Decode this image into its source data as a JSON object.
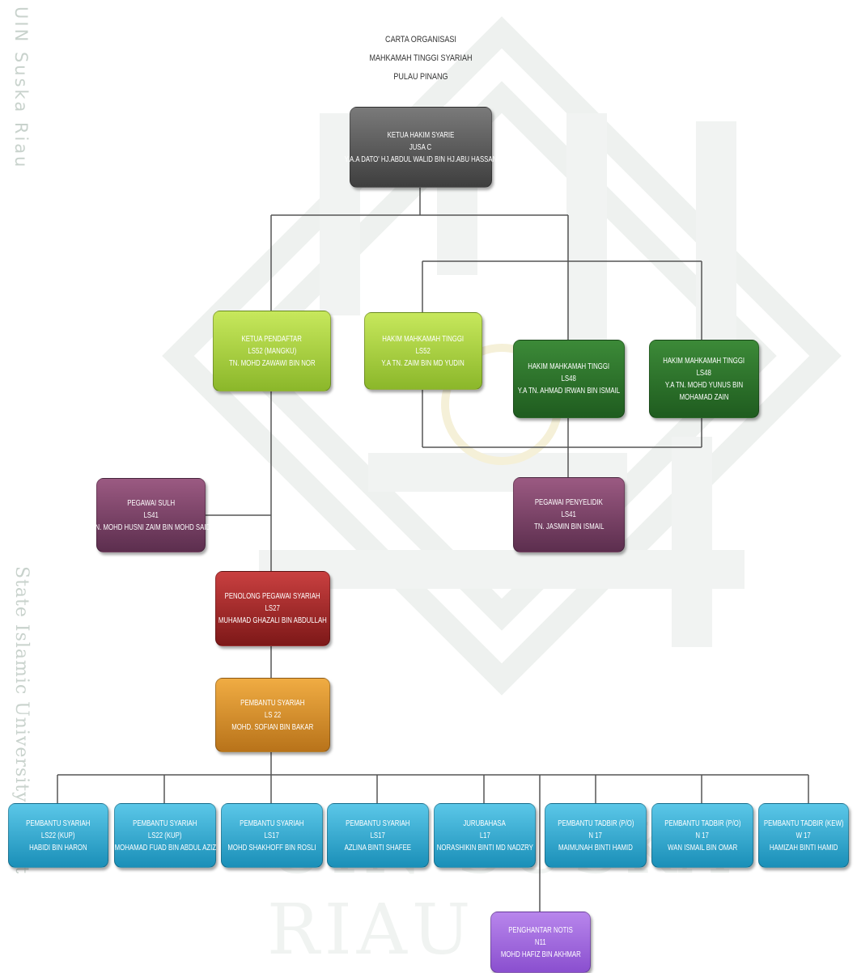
{
  "watermark": {
    "side_top": "UIN Suska Riau",
    "side_bottom": "State Islamic University of Sult",
    "bottom_text": "UIN SUSKA RIAU"
  },
  "title": {
    "line1": "CARTA ORGANISASI",
    "line2": "MAHKAMAH TINGGI SYARIAH",
    "line3": "PULAU PINANG"
  },
  "nodes": {
    "ketua_hakim": [
      "KETUA HAKIM SYARIE",
      "JUSA C",
      "Y.A.A DATO' HJ.ABDUL WALID BIN HJ.ABU HASSAN"
    ],
    "ketua_pendaftar": [
      "KETUA PENDAFTAR",
      "LS52 (MANGKU)",
      "TN. MOHD ZAWAWI BIN NOR"
    ],
    "hakim_1": [
      "HAKIM MAHKAMAH TINGGI",
      "LS52",
      "Y.A TN. ZAIM BIN MD YUDIN"
    ],
    "hakim_2": [
      "HAKIM MAHKAMAH TINGGI",
      "LS48",
      "Y.A TN. AHMAD IRWAN BIN ISMAIL"
    ],
    "hakim_3": [
      "HAKIM MAHKAMAH TINGGI",
      "LS48",
      "Y.A TN. MOHD YUNUS BIN MOHAMAD ZAIN"
    ],
    "pegawai_sulh": [
      "PEGAWAI SULH",
      "LS41",
      "TN. MOHD HUSNI ZAIM BIN MOHD SAID"
    ],
    "pegawai_penyelidik": [
      "PEGAWAI PENYELIDIK",
      "LS41",
      "TN. JASMIN BIN ISMAIL"
    ],
    "penolong_pegawai": [
      "PENOLONG PEGAWAI SYARIAH",
      "LS27",
      "MUHAMAD GHAZALI BIN ABDULLAH"
    ],
    "pembantu_syariah": [
      "PEMBANTU SYARIAH",
      "LS 22",
      "MOHD. SOFIAN BIN BAKAR"
    ],
    "staff_1": [
      "PEMBANTU SYARIAH",
      "LS22 (KUP)",
      "HABIDI BIN HARON"
    ],
    "staff_2": [
      "PEMBANTU SYARIAH",
      "LS22 (KUP)",
      "MOHAMAD FUAD BIN ABDUL AZIZ"
    ],
    "staff_3": [
      "PEMBANTU SYARIAH",
      "LS17",
      "MOHD SHAKHOFF BIN ROSLI"
    ],
    "staff_4": [
      "PEMBANTU SYARIAH",
      "LS17",
      "AZLINA BINTI SHAFEE"
    ],
    "staff_5": [
      "JURUBAHASA",
      "L17",
      "NORASHIKIN BINTI MD NADZRY"
    ],
    "staff_6": [
      "PEMBANTU TADBIR (P/O)",
      "N 17",
      "MAIMUNAH BINTI HAMID"
    ],
    "staff_7": [
      "PEMBANTU TADBIR (P/O)",
      "N 17",
      "WAN ISMAIL BIN OMAR"
    ],
    "staff_8": [
      "PEMBANTU TADBIR (KEW)",
      "W 17",
      "HAMIZAH BINTI HAMID"
    ],
    "penghantar_notis": [
      "PENGHANTAR NOTIS",
      "N11",
      "MOHD HAFIZ BIN AKHMAR"
    ]
  }
}
